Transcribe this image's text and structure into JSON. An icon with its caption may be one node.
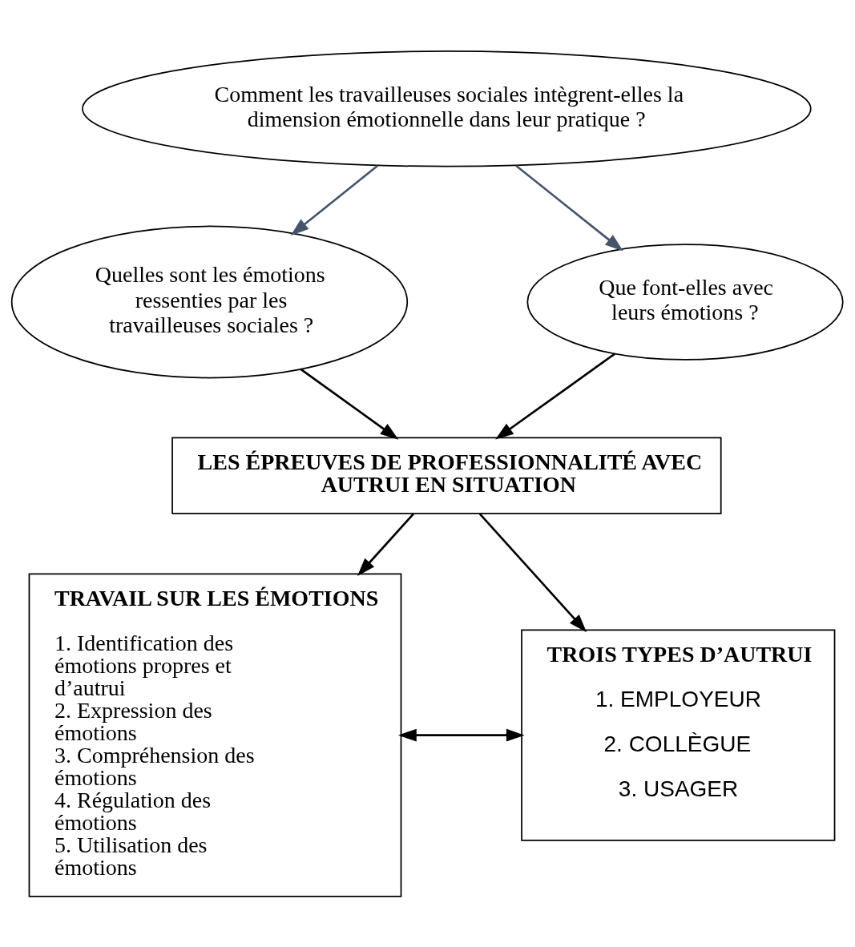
{
  "diagram": {
    "nodes": [
      {
        "text": [
          "Comment les travailleuses sociales intègrent-elles la dimension émotionnelle dans leur pratique ?"
        ]
      },
      {
        "text": [
          "Quelles sont les émotions ressenties par les travailleuses sociales ?"
        ]
      },
      {
        "text": [
          "Que font-elles avec leurs émotions ?"
        ]
      },
      {
        "text": [
          "LES ÉPREUVES DE PROFESSIONNALITÉ AVEC AUTRUI EN SITUATION"
        ]
      },
      {
        "text": [
          "TRAVAIL SUR LES ÉMOTIONS",
          "1. Identification des émotions propres et d’autrui",
          "2. Expression des émotions",
          "3. Compréhension des émotions",
          "4. Régulation des émotions",
          "5. Utilisation des émotions"
        ]
      },
      {
        "text": [
          "TROIS TYPES D’AUTRUI",
          "1. EMPLOYEUR",
          "2. COLLÈGUE",
          "3. USAGER"
        ]
      }
    ],
    "edges": [
      {
        "from": 0,
        "to": 1,
        "arrow": "to",
        "color": "#44546a"
      },
      {
        "from": 0,
        "to": 2,
        "arrow": "to",
        "color": "#44546a"
      },
      {
        "from": 1,
        "to": 3,
        "arrow": "to"
      },
      {
        "from": 2,
        "to": 3,
        "arrow": "to"
      },
      {
        "from": 3,
        "to": 4,
        "arrow": "to"
      },
      {
        "from": 3,
        "to": 5,
        "arrow": "to"
      },
      {
        "from": 4,
        "to": 5,
        "arrow": "both"
      }
    ]
  }
}
